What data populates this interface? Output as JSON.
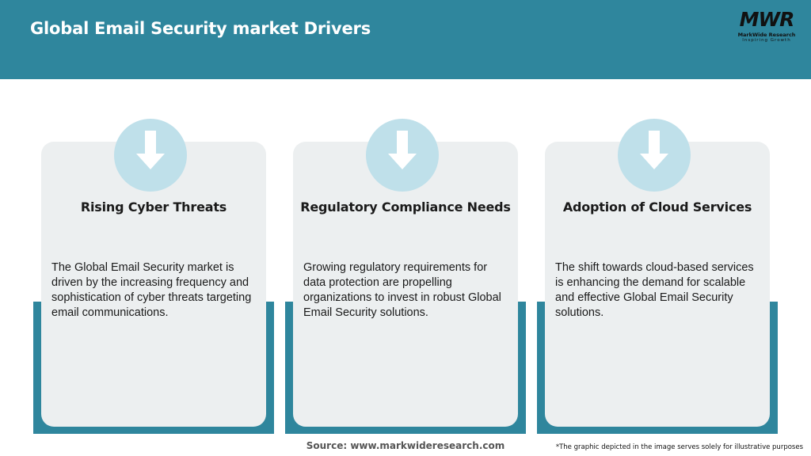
{
  "header": {
    "title": "Global Email Security market Drivers",
    "logo": {
      "mark": "MWR",
      "name": "MarkWide Research",
      "tagline": "Inspiring Growth"
    }
  },
  "colors": {
    "teal": "#2f869d",
    "card": "#eceff0",
    "icon_circle": "#bfe0ea",
    "icon_arrow": "#ffffff"
  },
  "drivers": [
    {
      "icon": "arrow-down-icon",
      "title": "Rising Cyber Threats",
      "text": "The Global Email Security market is driven by the increasing frequency and sophistication of cyber threats targeting email communications."
    },
    {
      "icon": "arrow-down-icon",
      "title": "Regulatory Compliance Needs",
      "text": "Growing regulatory requirements for data protection are propelling organizations to invest in robust Global Email Security solutions."
    },
    {
      "icon": "arrow-down-icon",
      "title": "Adoption of Cloud Services",
      "text": "The shift towards cloud-based services is enhancing the demand for scalable and effective Global Email Security solutions."
    }
  ],
  "footer": {
    "source": "Source: www.markwideresearch.com",
    "note": "*The graphic depicted in the image serves solely for illustrative purposes"
  }
}
